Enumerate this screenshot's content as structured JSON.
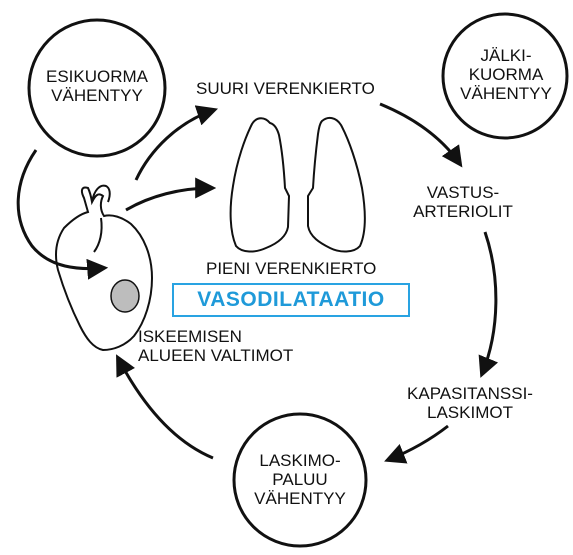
{
  "nodes": {
    "preload": "ESIKUORMA\nVÄHENTYY",
    "afterload": "JÄLKI-\nKUORMA\nVÄHENTYY",
    "venous_return": "LASKIMO-\nPALUU\nVÄHENTYY"
  },
  "labels": {
    "systemic": "SUURI VERENKIERTO",
    "resistance": "VASTUS-\nARTERIOLIT",
    "capacitance": "KAPASITANSSI-\nLASKIMOT",
    "ischemic": "ISKEEMISEN\nALUEEN VALTIMOT",
    "pulmonary": "PIENI VERENKIERTO"
  },
  "highlight": {
    "text": "VASODILATAATIO",
    "color": "#1f9ad9"
  },
  "style": {
    "stroke": "#111111",
    "lesion_fill": "#bdbdbd"
  }
}
